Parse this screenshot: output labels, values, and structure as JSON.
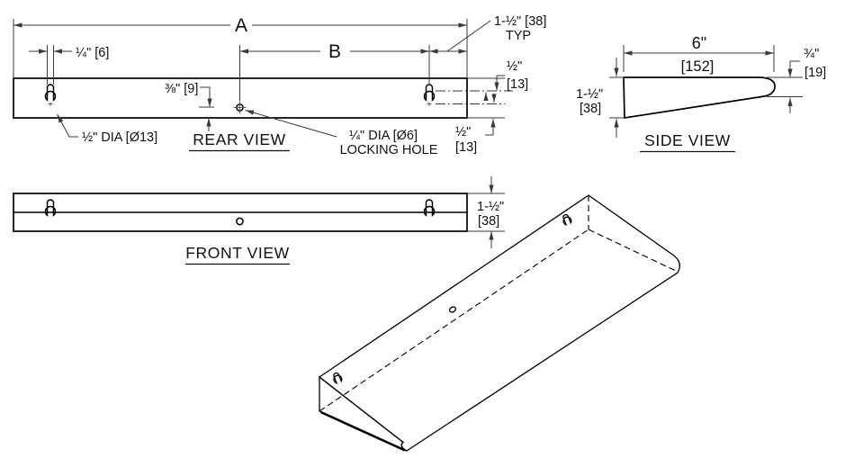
{
  "drawing": {
    "rear_view": {
      "label": "REAR VIEW",
      "dim_A": "A",
      "dim_B": "B",
      "slot_width": "¼\" [6]",
      "hole_offset": "⅜\" [9]",
      "edge_offset_line1": "1-½\" [38]",
      "edge_offset_line2": "TYP",
      "top_offset_in": "½\"",
      "top_offset_mm": "[13]",
      "bottom_offset_in": "½\"",
      "bottom_offset_mm": "[13]",
      "keyhole_dia": "½\" DIA [Ø13]",
      "locking_dia": "¼\" DIA [Ø6]",
      "locking_label": "LOCKING HOLE"
    },
    "side_view": {
      "label": "SIDE VIEW",
      "depth_in": "6\"",
      "depth_mm": "[152]",
      "front_thickness_in": "¾\"",
      "front_thickness_mm": "[19]",
      "height_in": "1-½\"",
      "height_mm": "[38]"
    },
    "front_view": {
      "label": "FRONT VIEW",
      "height_in": "1-½\"",
      "height_mm": "[38]"
    }
  }
}
